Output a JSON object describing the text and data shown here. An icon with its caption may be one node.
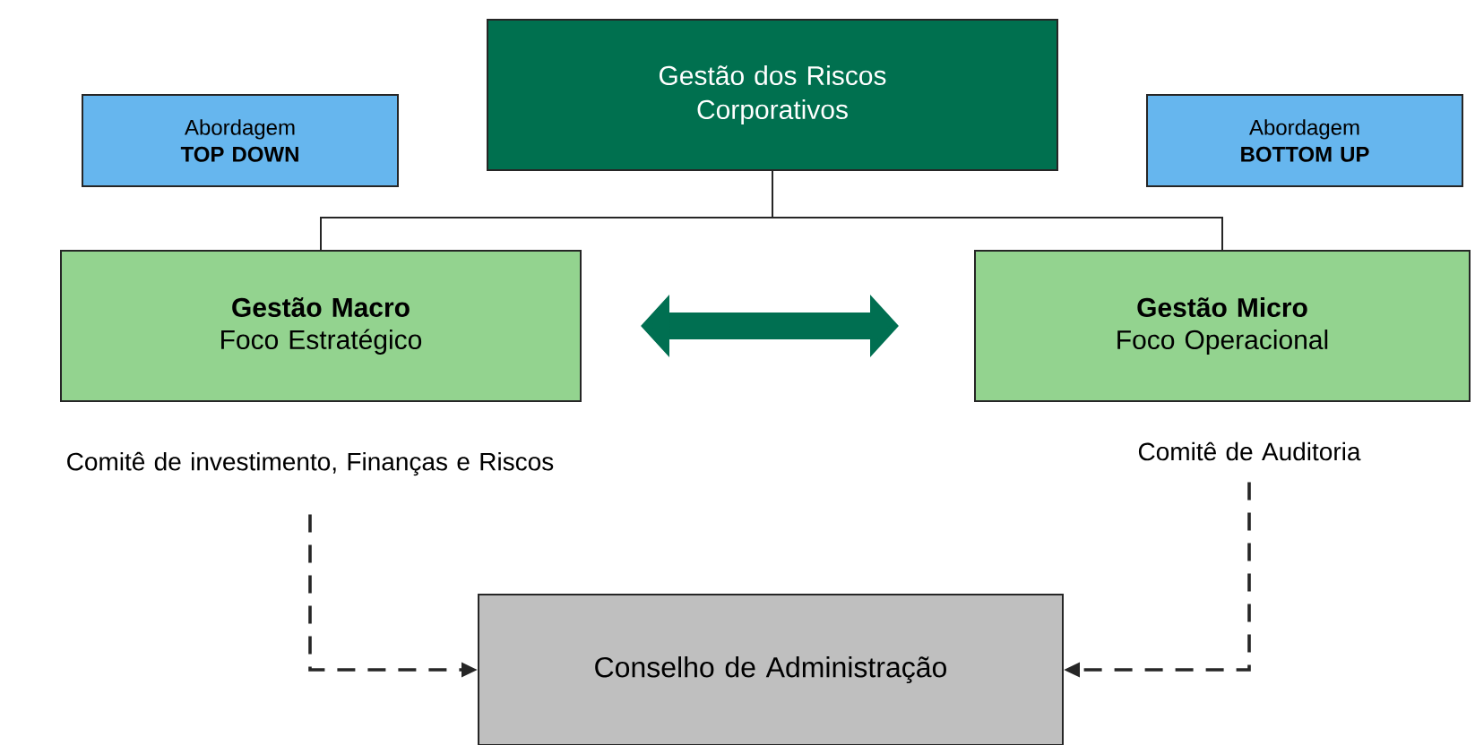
{
  "diagram": {
    "nodes": [
      {
        "text": [
          "Gestão dos Riscos Corporativos"
        ]
      },
      {
        "text": [
          "Abordagem",
          "TOP DOWN"
        ]
      },
      {
        "text": [
          "Abordagem",
          "BOTTOM UP"
        ]
      },
      {
        "text": [
          "Gestão Macro",
          "Foco Estratégico"
        ]
      },
      {
        "text": [
          "Gestão Micro",
          "Foco Operacional"
        ]
      },
      {
        "text": [
          "Comitê de investimento, Finanças e Riscos"
        ]
      },
      {
        "text": [
          "Comitê de Auditoria"
        ]
      },
      {
        "text": [
          "Conselho de Administração"
        ]
      }
    ],
    "edges": [
      {
        "from": 0,
        "to": 3,
        "arrow": "none"
      },
      {
        "from": 0,
        "to": 4,
        "arrow": "none"
      },
      {
        "from": 3,
        "to": 4,
        "arrow": "both",
        "style": "thick",
        "color": "#006f51"
      },
      {
        "from": 5,
        "to": 7,
        "arrow": "to",
        "style": "dashed"
      },
      {
        "from": 6,
        "to": 7,
        "arrow": "to",
        "style": "dashed"
      }
    ]
  }
}
